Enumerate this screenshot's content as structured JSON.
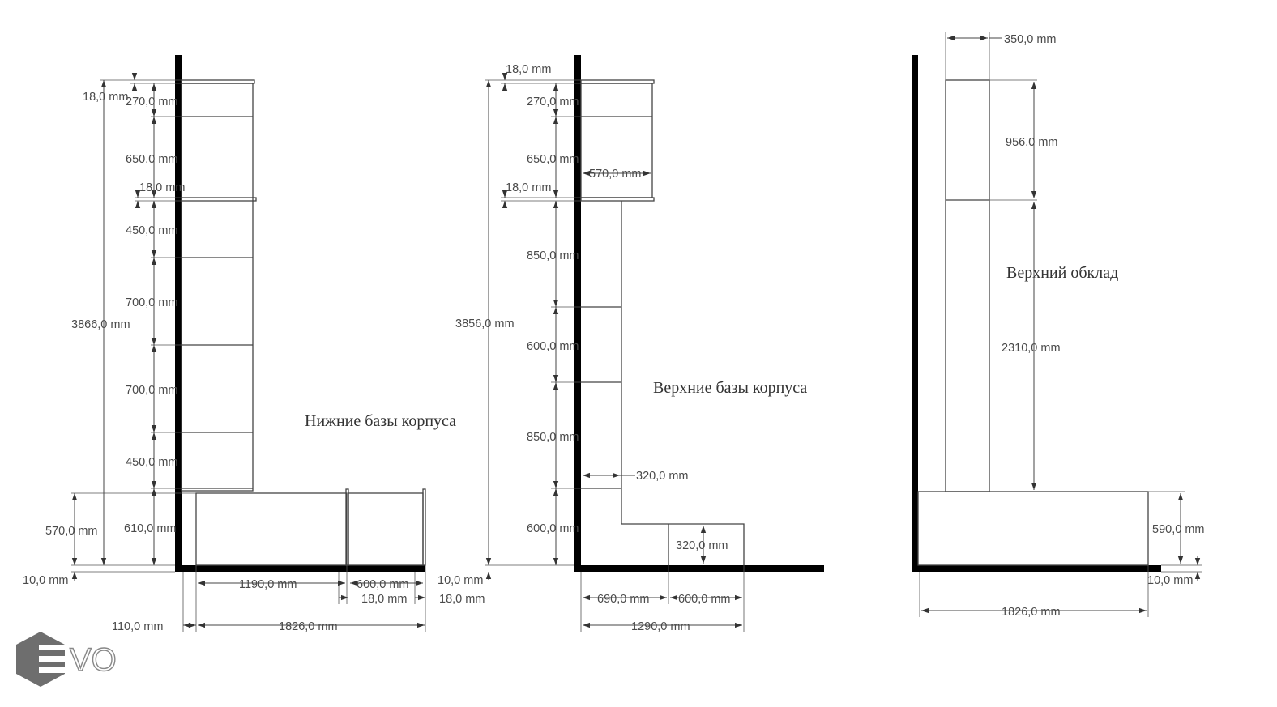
{
  "logo": {
    "text": "VO"
  },
  "views": {
    "lower": {
      "title": "Нижние базы корпуса",
      "dims": {
        "top_panel": "18,0 mm",
        "h270": "270,0 mm",
        "h650": "650,0 mm",
        "mid_panel": "18,0 mm",
        "h450a": "450,0 mm",
        "h700a": "700,0 mm",
        "h700b": "700,0 mm",
        "h450b": "450,0 mm",
        "h610": "610,0 mm",
        "total_height": "3866,0 mm",
        "base_height": "570,0 mm",
        "floor_gap": "10,0 mm",
        "w1190": "1190,0 mm",
        "w600": "600,0 mm",
        "w18a": "18,0 mm",
        "w18b": "18,0 mm",
        "w110": "110,0 mm",
        "w1826": "1826,0 mm"
      }
    },
    "upper": {
      "title": "Верхние базы корпуса",
      "dims": {
        "top_panel": "18,0 mm",
        "h270": "270,0 mm",
        "h650": "650,0 mm",
        "depth570": "570,0 mm",
        "mid_panel": "18,0 mm",
        "h850a": "850,0 mm",
        "h600a": "600,0 mm",
        "h850b": "850,0 mm",
        "depth320": "320,0 mm",
        "h600b": "600,0 mm",
        "h320": "320,0 mm",
        "total_height": "3856,0 mm",
        "floor_gap": "10,0 mm",
        "w690": "690,0 mm",
        "w600": "600,0 mm",
        "w1290": "1290,0 mm"
      }
    },
    "cladding": {
      "title": "Верхний обклад",
      "dims": {
        "w350": "350,0 mm",
        "h956": "956,0 mm",
        "h2310": "2310,0 mm",
        "h590": "590,0 mm",
        "floor_gap": "10,0 mm",
        "w1826": "1826,0 mm"
      }
    }
  }
}
